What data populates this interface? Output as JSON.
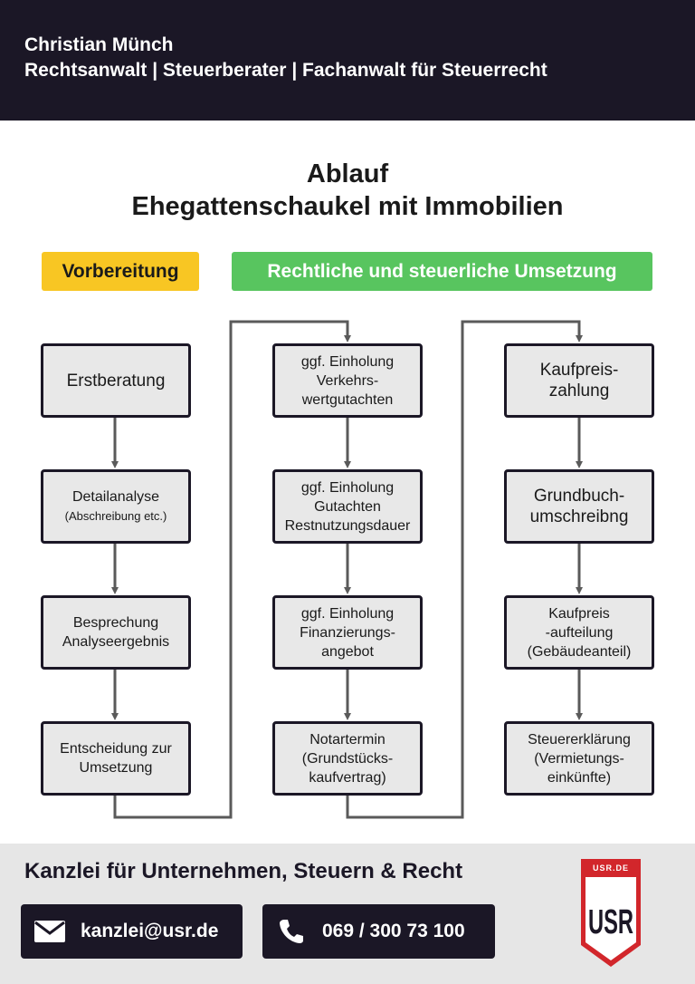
{
  "header": {
    "name": "Christian Münch",
    "subtitle": "Rechtsanwalt | Steuerberater | Fachanwalt für Steuerrecht"
  },
  "title": {
    "line1": "Ablauf",
    "line2": "Ehegattenschaukel mit Immobilien"
  },
  "phases": {
    "preparation": "Vorbereitung",
    "implementation": "Rechtliche und steuerliche Umsetzung"
  },
  "columns": [
    {
      "steps": [
        {
          "text": "Erstberatung"
        },
        {
          "text": "Detailanalyse",
          "small": "(Abschreibung etc.)"
        },
        {
          "text": "Besprechung\nAnalyseergebnis"
        },
        {
          "text": "Entscheidung zur\nUmsetzung"
        }
      ]
    },
    {
      "steps": [
        {
          "text": "ggf. Einholung\nVerkehrs-\nwertgutachten"
        },
        {
          "text": "ggf. Einholung\nGutachten\nRestnutzungsdauer"
        },
        {
          "text": "ggf. Einholung\nFinanzierungs-\nangebot"
        },
        {
          "text": "Notartermin\n(Grundstücks-\nkaufvertrag)"
        }
      ]
    },
    {
      "steps": [
        {
          "text": "Kaufpreis-\nzahlung"
        },
        {
          "text": "Grundbuch-\numschreibng"
        },
        {
          "text": "Kaufpreis\n-aufteilung\n(Gebäudeanteil)"
        },
        {
          "text": "Steuererklärung\n(Vermietungs-\neinkünfte)"
        }
      ]
    }
  ],
  "footer": {
    "tagline": "Kanzlei für Unternehmen, Steuern & Recht",
    "email": "kanzlei@usr.de",
    "phone": "069 / 300 73 100",
    "logo_banner": "USR.DE",
    "logo_mark": "USR",
    "icons": [
      "envelope-icon",
      "phone-icon"
    ]
  },
  "colors": {
    "dark": "#1b1726",
    "yellow": "#f8c623",
    "green": "#58c55f",
    "box_fill": "#e8e8e8",
    "connector": "#5a5a5a",
    "logo_red": "#d2262b"
  }
}
